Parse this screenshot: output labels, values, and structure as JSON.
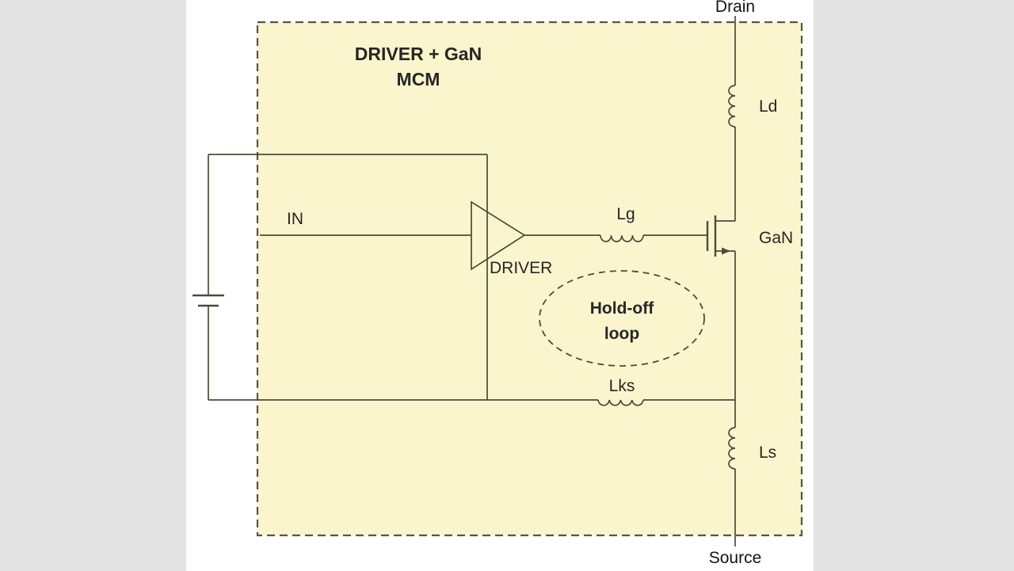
{
  "diagram": {
    "title_line1": "DRIVER + GaN",
    "title_line2": "MCM",
    "labels": {
      "drain": "Drain",
      "source": "Source",
      "ld": "Ld",
      "lg": "Lg",
      "lks": "Lks",
      "ls": "Ls",
      "gan": "GaN",
      "driver": "DRIVER",
      "in": "IN",
      "holdoff_line1": "Hold-off",
      "holdoff_line2": "loop"
    },
    "colors": {
      "background": "#e3e3e3",
      "panel": "#ffffff",
      "module_fill": "#fbf5cd",
      "line": "#4b4b3b",
      "text": "#262626"
    }
  }
}
